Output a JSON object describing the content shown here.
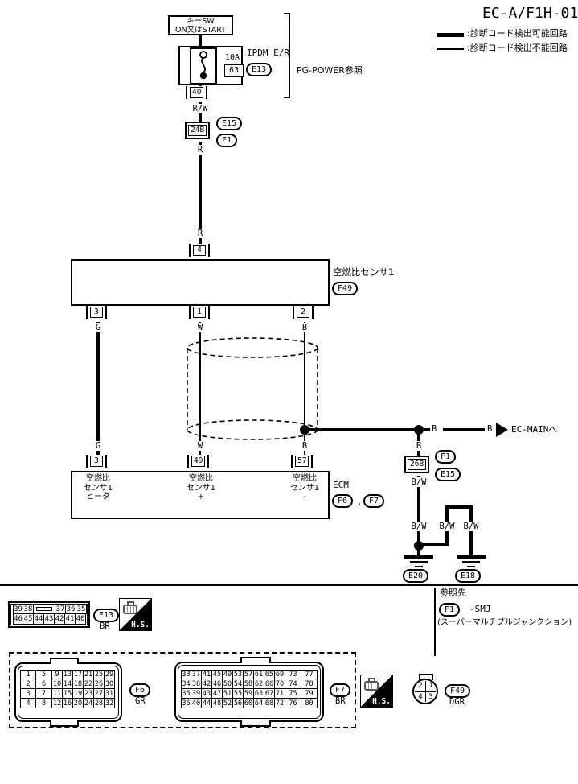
{
  "title": "EC-A/F1H-01",
  "legend": {
    "detectable": ":診断コード検出可能回路",
    "undetectable": ":診断コード検出不能回路"
  },
  "power": {
    "key_sw_l1": "キーSW",
    "key_sw_l2": "ON又はSTART",
    "fuse_rating": "10A",
    "fuse_no": "63",
    "ipdm": "IPDM E/R",
    "ipdm_ref": "E13",
    "pg_note": "PG-POWER参照",
    "pin_40": "40",
    "wire_rw": "R/W",
    "conn_24b": "24B",
    "ref_e15": "E15",
    "ref_f1": "F1",
    "wire_r": "R",
    "wire_r2": "R"
  },
  "sensor": {
    "name": "空燃比センサ1",
    "ref": "F49",
    "pin_top": "4",
    "pin_g": "3",
    "pin_w": "1",
    "pin_b": "2",
    "wire_g": "G",
    "wire_w": "W",
    "wire_b": "B",
    "wire_g2": "G",
    "wire_w2": "W",
    "wire_b2": "B"
  },
  "main_line": {
    "b1": "B",
    "b2": "B",
    "dest": "EC-MAINへ"
  },
  "branch": {
    "wire_b": "B",
    "conn_26b": "26B",
    "ref_f1": "F1",
    "ref_e15": "E15",
    "wire_bw": "B/W"
  },
  "grounds": {
    "bw_main": "B/W",
    "bw_left": "B/W",
    "bw_right": "B/W",
    "e20": "E20",
    "e18": "E18"
  },
  "ecm": {
    "name": "ECM",
    "ref_f6": "F6",
    "sep": ",",
    "ref_f7": "F7",
    "pin_heater": "3",
    "pin_plus": "49",
    "pin_minus": "57",
    "heater": [
      "空燃比",
      "センサ1",
      "ヒータ"
    ],
    "plus": [
      "空燃比",
      "センサ1",
      "+"
    ],
    "minus": [
      "空燃比",
      "センサ1",
      "-"
    ]
  },
  "ref_section": {
    "title": "参照先",
    "ref": "F1",
    "suffix": "-SMJ",
    "note": "(スーパーマルチプルジャンクション)"
  },
  "connectors": {
    "hs": "H.S.",
    "e13": {
      "ref": "E13",
      "color": "BR",
      "rows": [
        [
          "39",
          "38",
          "",
          "37",
          "36",
          "35"
        ],
        [
          "46",
          "45",
          "44",
          "43",
          "42",
          "41",
          "40"
        ]
      ]
    },
    "f6": {
      "ref": "F6",
      "color": "GR",
      "rows": [
        [
          "1",
          "5",
          "9",
          "13",
          "17",
          "21",
          "25",
          "29"
        ],
        [
          "2",
          "6",
          "10",
          "14",
          "18",
          "22",
          "26",
          "30"
        ],
        [
          "3",
          "7",
          "11",
          "15",
          "19",
          "23",
          "27",
          "31"
        ],
        [
          "4",
          "8",
          "12",
          "16",
          "20",
          "24",
          "28",
          "32"
        ]
      ]
    },
    "f7": {
      "ref": "F7",
      "color": "BR",
      "rows": [
        [
          "33",
          "37",
          "41",
          "45",
          "49",
          "53",
          "57",
          "61",
          "65",
          "69",
          "73",
          "77"
        ],
        [
          "34",
          "38",
          "42",
          "46",
          "50",
          "54",
          "58",
          "62",
          "66",
          "70",
          "74",
          "78"
        ],
        [
          "35",
          "39",
          "43",
          "47",
          "51",
          "55",
          "59",
          "63",
          "67",
          "71",
          "75",
          "79"
        ],
        [
          "36",
          "40",
          "44",
          "48",
          "52",
          "56",
          "60",
          "64",
          "68",
          "72",
          "76",
          "80"
        ]
      ]
    },
    "f49": {
      "ref": "F49",
      "color": "DGR",
      "p1": "2",
      "p2": "1",
      "p3": "4",
      "p4": "3"
    }
  }
}
